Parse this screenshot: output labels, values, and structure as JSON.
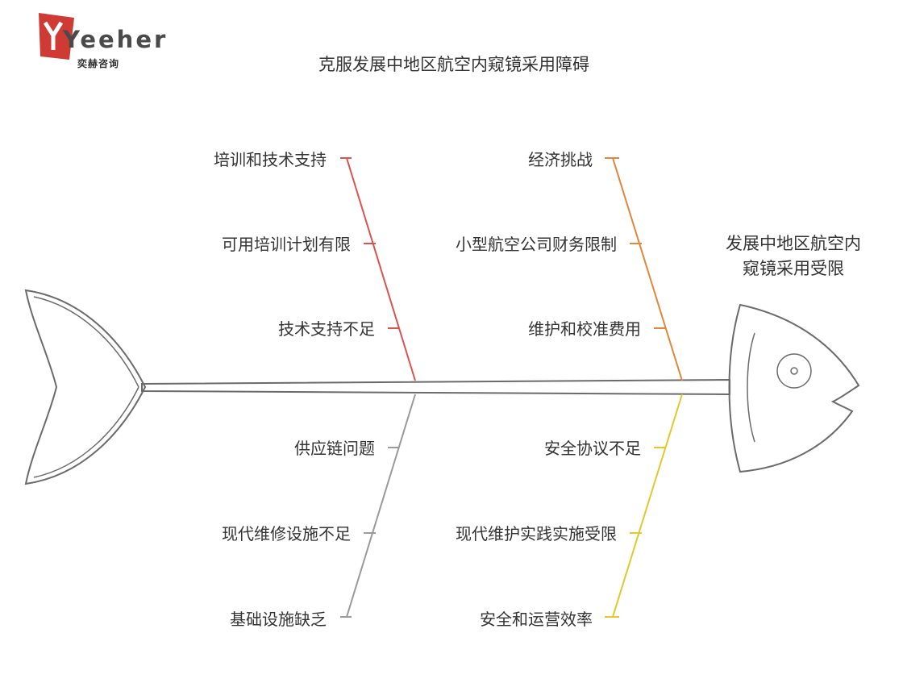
{
  "logo": {
    "brand": "Yeeher",
    "subtitle": "奕赫咨询"
  },
  "title": "克服发展中地区航空内窥镜采用障碍",
  "effect": {
    "line1": "发展中地区航空内",
    "line2": "窥镜采用受限"
  },
  "colors": {
    "red": "#d9534f",
    "orange": "#e0873a",
    "gray": "#9a9a9a",
    "yellow": "#e3c72b",
    "outline": "#6b6b6b"
  },
  "categories": [
    {
      "color": "red",
      "causes": [
        "培训和技术支持",
        "可用培训计划有限",
        "技术支持不足"
      ]
    },
    {
      "color": "orange",
      "causes": [
        "经济挑战",
        "小型航空公司财务限制",
        "维护和校准费用"
      ]
    },
    {
      "color": "gray",
      "causes": [
        "供应链问题",
        "现代维修设施不足",
        "基础设施缺乏"
      ]
    },
    {
      "color": "yellow",
      "causes": [
        "安全协议不足",
        "现代维护实践实施受限",
        "安全和运营效率"
      ]
    }
  ]
}
